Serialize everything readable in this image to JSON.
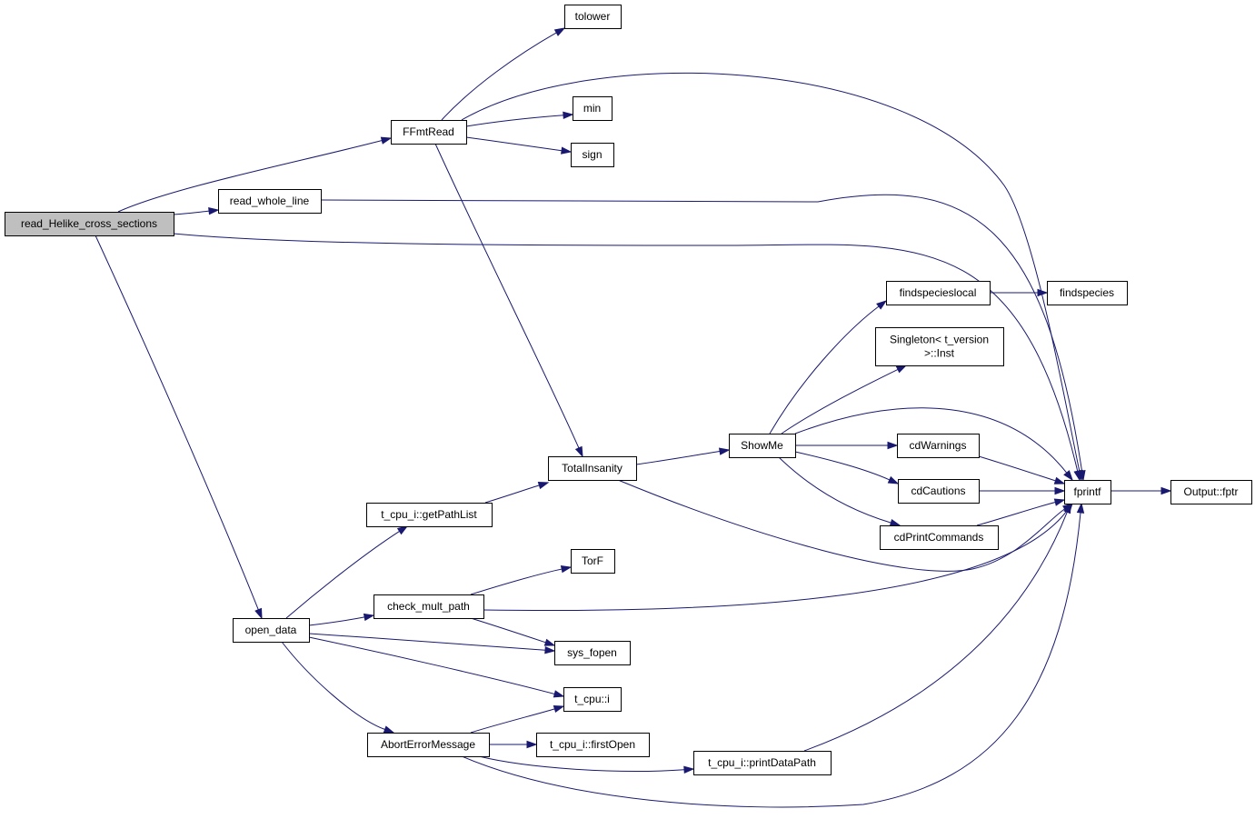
{
  "nodes": [
    {
      "id": "read_helike",
      "label": "read_Helike_cross_sections",
      "root": true
    },
    {
      "id": "ffmtread",
      "label": "FFmtRead"
    },
    {
      "id": "read_whole_line",
      "label": "read_whole_line"
    },
    {
      "id": "open_data",
      "label": "open_data"
    },
    {
      "id": "tolower",
      "label": "tolower"
    },
    {
      "id": "min",
      "label": "min"
    },
    {
      "id": "sign",
      "label": "sign"
    },
    {
      "id": "totalinsanity",
      "label": "TotalInsanity"
    },
    {
      "id": "getpathlist",
      "label": "t_cpu_i::getPathList"
    },
    {
      "id": "check_mult_path",
      "label": "check_mult_path"
    },
    {
      "id": "torf",
      "label": "TorF"
    },
    {
      "id": "sys_fopen",
      "label": "sys_fopen"
    },
    {
      "id": "tcpu_i",
      "label": "t_cpu::i"
    },
    {
      "id": "aborterror",
      "label": "AbortErrorMessage"
    },
    {
      "id": "firstopen",
      "label": "t_cpu_i::firstOpen"
    },
    {
      "id": "printdatapath",
      "label": "t_cpu_i::printDataPath"
    },
    {
      "id": "showme",
      "label": "ShowMe"
    },
    {
      "id": "findspecieslocal",
      "label": "findspecieslocal"
    },
    {
      "id": "singleton",
      "label": "Singleton< t_version\n>::Inst"
    },
    {
      "id": "cdwarnings",
      "label": "cdWarnings"
    },
    {
      "id": "cdcautions",
      "label": "cdCautions"
    },
    {
      "id": "cdprintcommands",
      "label": "cdPrintCommands"
    },
    {
      "id": "findspecies",
      "label": "findspecies"
    },
    {
      "id": "fprintf",
      "label": "fprintf"
    },
    {
      "id": "output_fptr",
      "label": "Output::fptr"
    }
  ],
  "edges": [
    {
      "from": "read_helike",
      "to": "ffmtread"
    },
    {
      "from": "read_helike",
      "to": "read_whole_line"
    },
    {
      "from": "read_helike",
      "to": "fprintf"
    },
    {
      "from": "read_helike",
      "to": "open_data"
    },
    {
      "from": "ffmtread",
      "to": "tolower"
    },
    {
      "from": "ffmtread",
      "to": "fprintf"
    },
    {
      "from": "ffmtread",
      "to": "min"
    },
    {
      "from": "ffmtread",
      "to": "sign"
    },
    {
      "from": "ffmtread",
      "to": "totalinsanity"
    },
    {
      "from": "read_whole_line",
      "to": "fprintf"
    },
    {
      "from": "findspecieslocal",
      "to": "findspecies"
    },
    {
      "from": "showme",
      "to": "findspecieslocal"
    },
    {
      "from": "showme",
      "to": "singleton"
    },
    {
      "from": "showme",
      "to": "fprintf"
    },
    {
      "from": "showme",
      "to": "cdwarnings"
    },
    {
      "from": "showme",
      "to": "cdcautions"
    },
    {
      "from": "showme",
      "to": "cdprintcommands"
    },
    {
      "from": "totalinsanity",
      "to": "showme"
    },
    {
      "from": "totalinsanity",
      "to": "fprintf"
    },
    {
      "from": "cdwarnings",
      "to": "fprintf"
    },
    {
      "from": "cdcautions",
      "to": "fprintf"
    },
    {
      "from": "cdprintcommands",
      "to": "fprintf"
    },
    {
      "from": "fprintf",
      "to": "output_fptr"
    },
    {
      "from": "getpathlist",
      "to": "totalinsanity"
    },
    {
      "from": "open_data",
      "to": "getpathlist"
    },
    {
      "from": "check_mult_path",
      "to": "torf"
    },
    {
      "from": "check_mult_path",
      "to": "fprintf"
    },
    {
      "from": "check_mult_path",
      "to": "sys_fopen"
    },
    {
      "from": "open_data",
      "to": "check_mult_path"
    },
    {
      "from": "open_data",
      "to": "sys_fopen"
    },
    {
      "from": "open_data",
      "to": "tcpu_i"
    },
    {
      "from": "open_data",
      "to": "aborterror"
    },
    {
      "from": "aborterror",
      "to": "tcpu_i"
    },
    {
      "from": "aborterror",
      "to": "firstopen"
    },
    {
      "from": "aborterror",
      "to": "printdatapath"
    },
    {
      "from": "aborterror",
      "to": "fprintf"
    },
    {
      "from": "printdatapath",
      "to": "fprintf"
    }
  ],
  "colors": {
    "edge": "#191970",
    "node_fill": "#ffffff",
    "root_fill": "#bfbfbf",
    "border": "#000000"
  }
}
